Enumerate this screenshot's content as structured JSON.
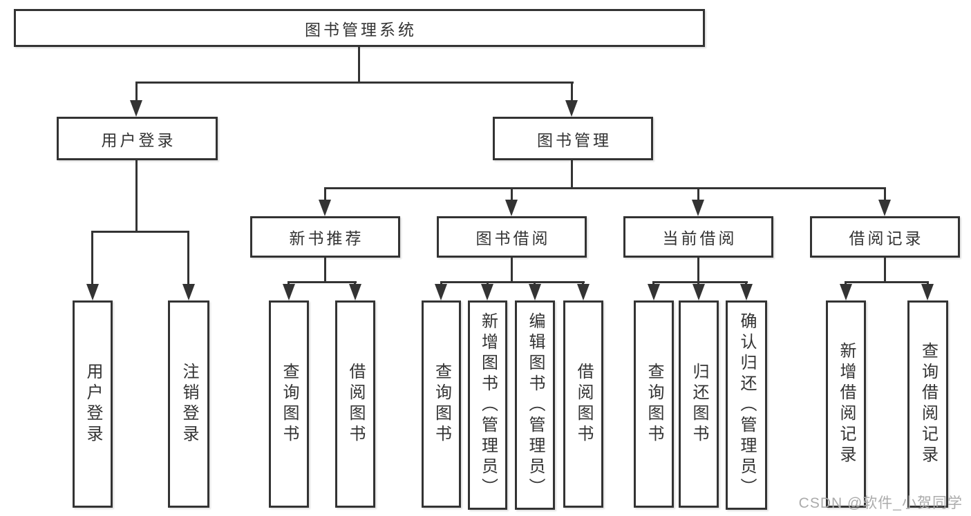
{
  "colors": {
    "line": "#333333",
    "text": "#333333",
    "background": "#ffffff",
    "watermark_text_color": "#ababab"
  },
  "watermark": "CSDN @软件_小贺同学",
  "nodes": {
    "root": "图书管理系统",
    "user_login": "用户登录",
    "book_mgmt": "图书管理",
    "new_book_rec": "新书推荐",
    "book_borrow": "图书借阅",
    "current_borrow": "当前借阅",
    "borrow_record": "借阅记录",
    "leaf_user_login": "用户登录",
    "leaf_logout": "注销登录",
    "leaf_nb_query": "查询图书",
    "leaf_nb_borrow": "借阅图书",
    "leaf_bb_query": "查询图书",
    "leaf_bb_add": "新增图书（管理员）",
    "leaf_bb_edit": "编辑图书（管理员）",
    "leaf_bb_borrow": "借阅图书",
    "leaf_cb_query": "查询图书",
    "leaf_cb_return": "归还图书",
    "leaf_cb_confirm": "确认归还（管理员）",
    "leaf_br_add": "新增借阅记录",
    "leaf_br_query": "查询借阅记录"
  }
}
